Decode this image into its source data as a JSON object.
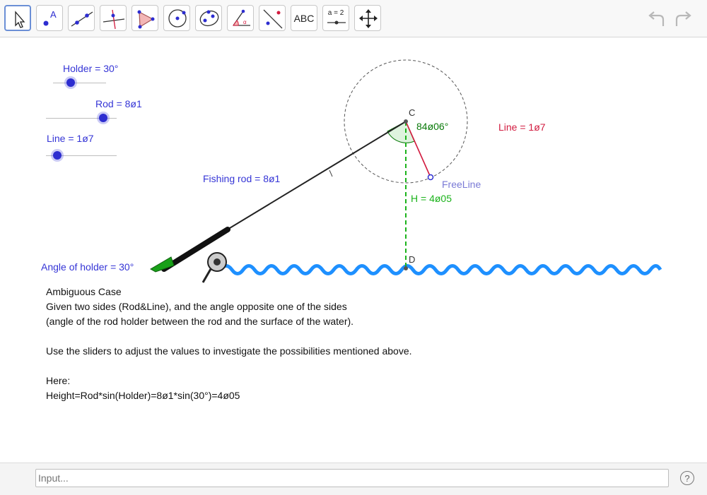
{
  "toolbar": {
    "tools": [
      {
        "name": "move-tool",
        "icon": "cursor-arrow-icon"
      },
      {
        "name": "point-tool",
        "icon": "point-icon"
      },
      {
        "name": "line-tool",
        "icon": "line-through-points-icon"
      },
      {
        "name": "perpendicular-tool",
        "icon": "perpendicular-line-icon"
      },
      {
        "name": "polygon-tool",
        "icon": "polygon-icon"
      },
      {
        "name": "circle-tool",
        "icon": "circle-center-point-icon"
      },
      {
        "name": "conic-tool",
        "icon": "ellipse-icon"
      },
      {
        "name": "angle-tool",
        "icon": "angle-icon"
      },
      {
        "name": "reflect-tool",
        "icon": "reflect-line-icon"
      },
      {
        "name": "text-tool",
        "label": "ABC"
      },
      {
        "name": "slider-tool",
        "label": "a = 2"
      },
      {
        "name": "move-view-tool",
        "icon": "move-graphics-view-icon"
      }
    ],
    "undo_icon": "undo-icon",
    "redo_icon": "redo-icon"
  },
  "sliders": {
    "holder": {
      "label": "Holder = 30°",
      "value_fraction": 0.25
    },
    "rod": {
      "label": "Rod = 8ø1",
      "value_fraction": 0.82
    },
    "line": {
      "label": "Line = 1ø7",
      "value_fraction": 0.18
    }
  },
  "figure": {
    "point_c": "C",
    "point_d": "D",
    "angle_c": "84ø06°",
    "line_label": "Line = 1ø7",
    "free_line": "FreeLine",
    "height": "H = 4ø05",
    "fishing_rod": "Fishing rod = 8ø1",
    "angle_holder": "Angle of holder = 30°"
  },
  "description": [
    "Ambiguous Case",
    "Given two sides (Rod&Line), and the angle opposite one of the sides",
    "(angle of the rod holder between the rod and the surface of the water).",
    "",
    "Use the sliders to adjust the values to investigate the possibilities mentioned above.",
    "",
    "Here:",
    "Height=Rod*sin(Holder)=8ø1*sin(30°)=4ø05"
  ],
  "input_bar": {
    "placeholder": "Input...",
    "help_icon": "help-icon",
    "help_glyph": "?"
  },
  "colors": {
    "slider": "#2d2dd0",
    "line": "#d21b3f",
    "height": "#1bb31b",
    "water": "#1e90ff",
    "rod": "#222222"
  }
}
